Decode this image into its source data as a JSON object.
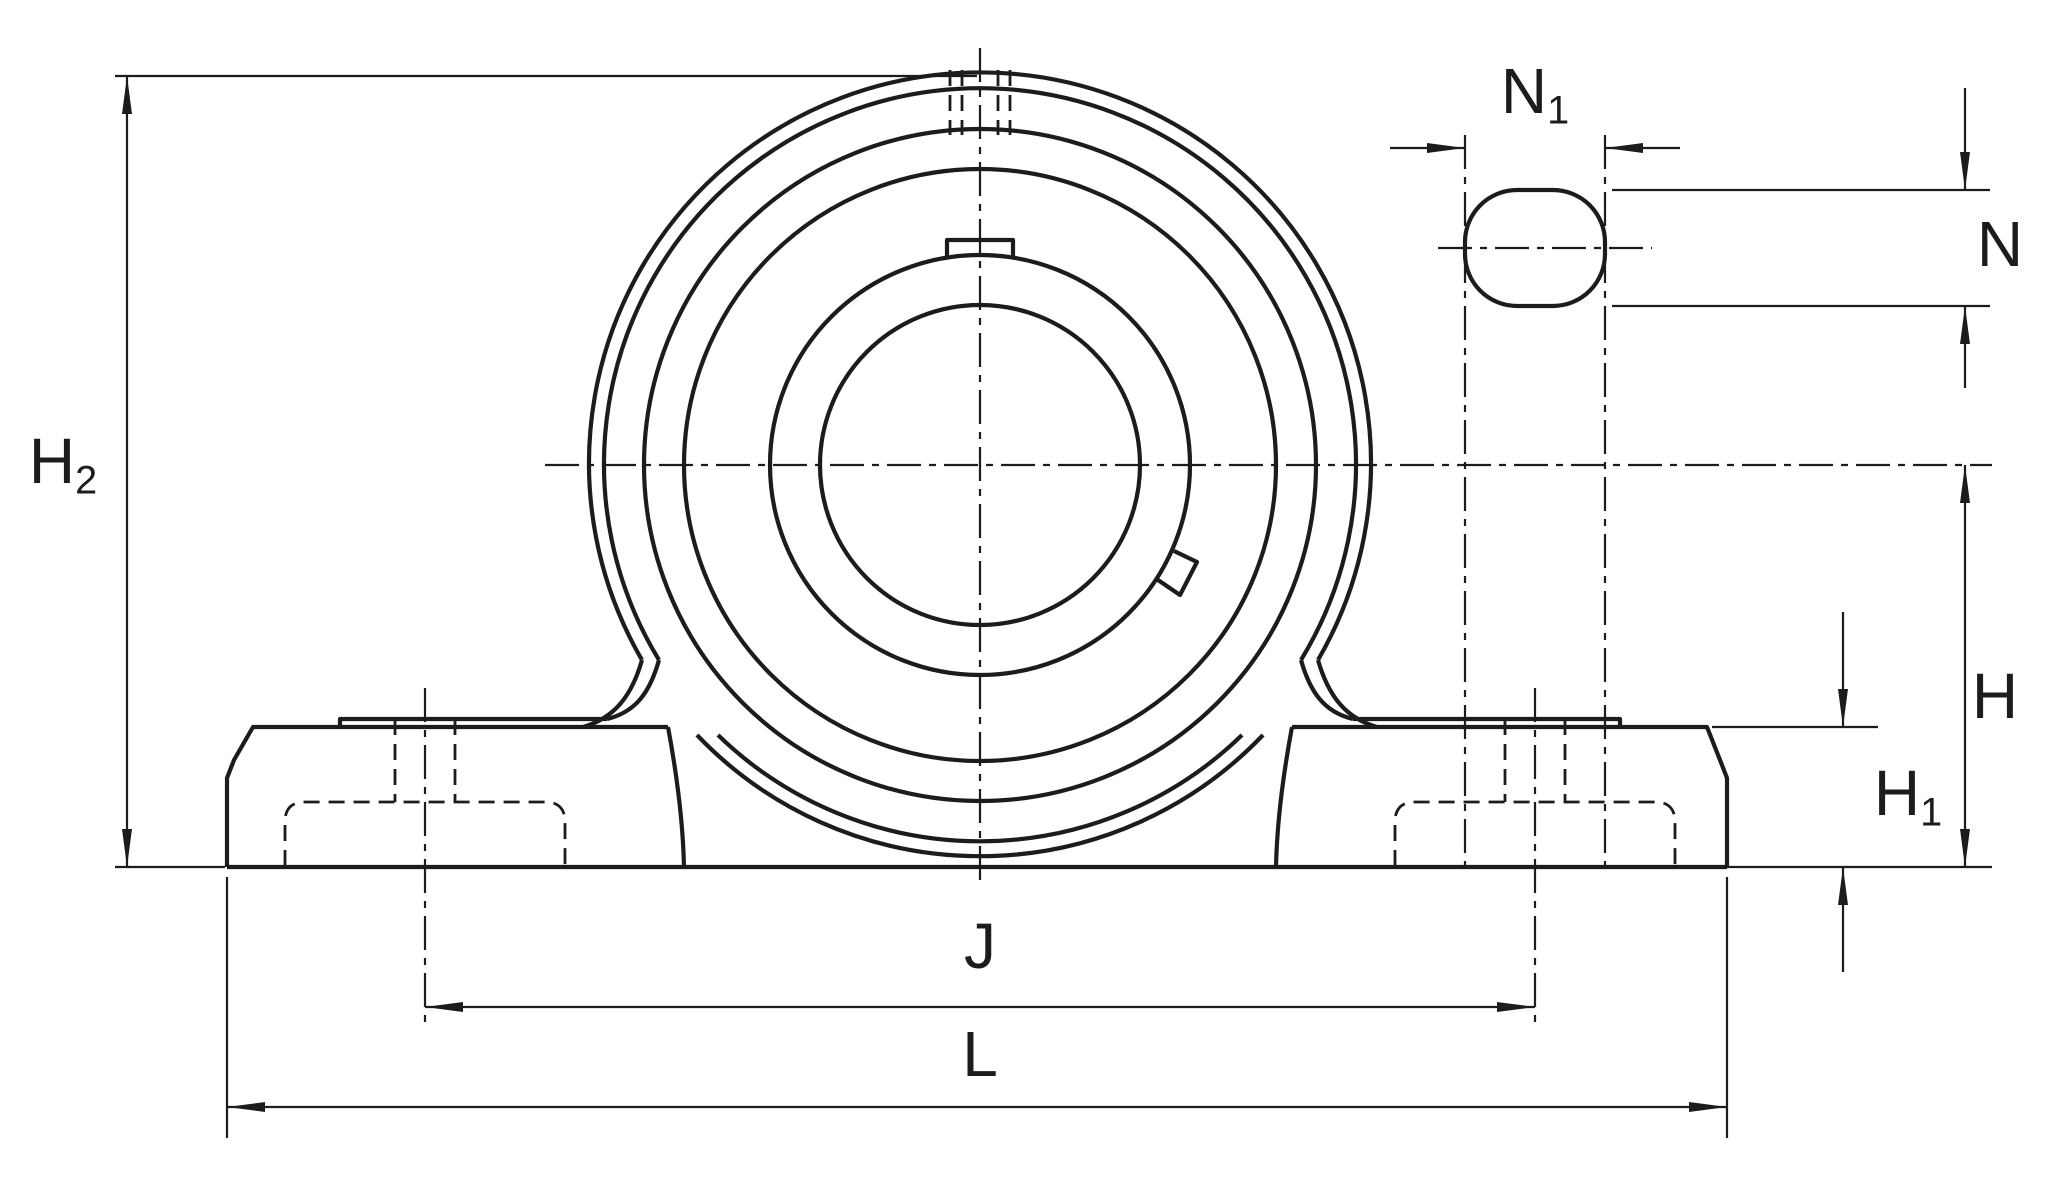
{
  "theme": {
    "background": "#ffffff",
    "line_color": "#1c1c1c"
  },
  "dimensions": {
    "h2": {
      "base": "H",
      "sub": "2"
    },
    "n1": {
      "base": "N",
      "sub": "1"
    },
    "n": {
      "base": "N",
      "sub": ""
    },
    "h": {
      "base": "H",
      "sub": ""
    },
    "h1": {
      "base": "H",
      "sub": "1"
    },
    "j": {
      "base": "J",
      "sub": ""
    },
    "l": {
      "base": "L",
      "sub": ""
    }
  }
}
